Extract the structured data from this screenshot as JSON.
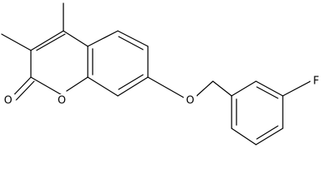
{
  "molecule": {
    "atoms": {
      "ketone_oxygen": "O",
      "ring_oxygen": "O",
      "ether_oxygen": "O",
      "fluorine": "F"
    }
  },
  "colors": {
    "bond": "#000000",
    "label": "#000000",
    "background": "#ffffff"
  }
}
